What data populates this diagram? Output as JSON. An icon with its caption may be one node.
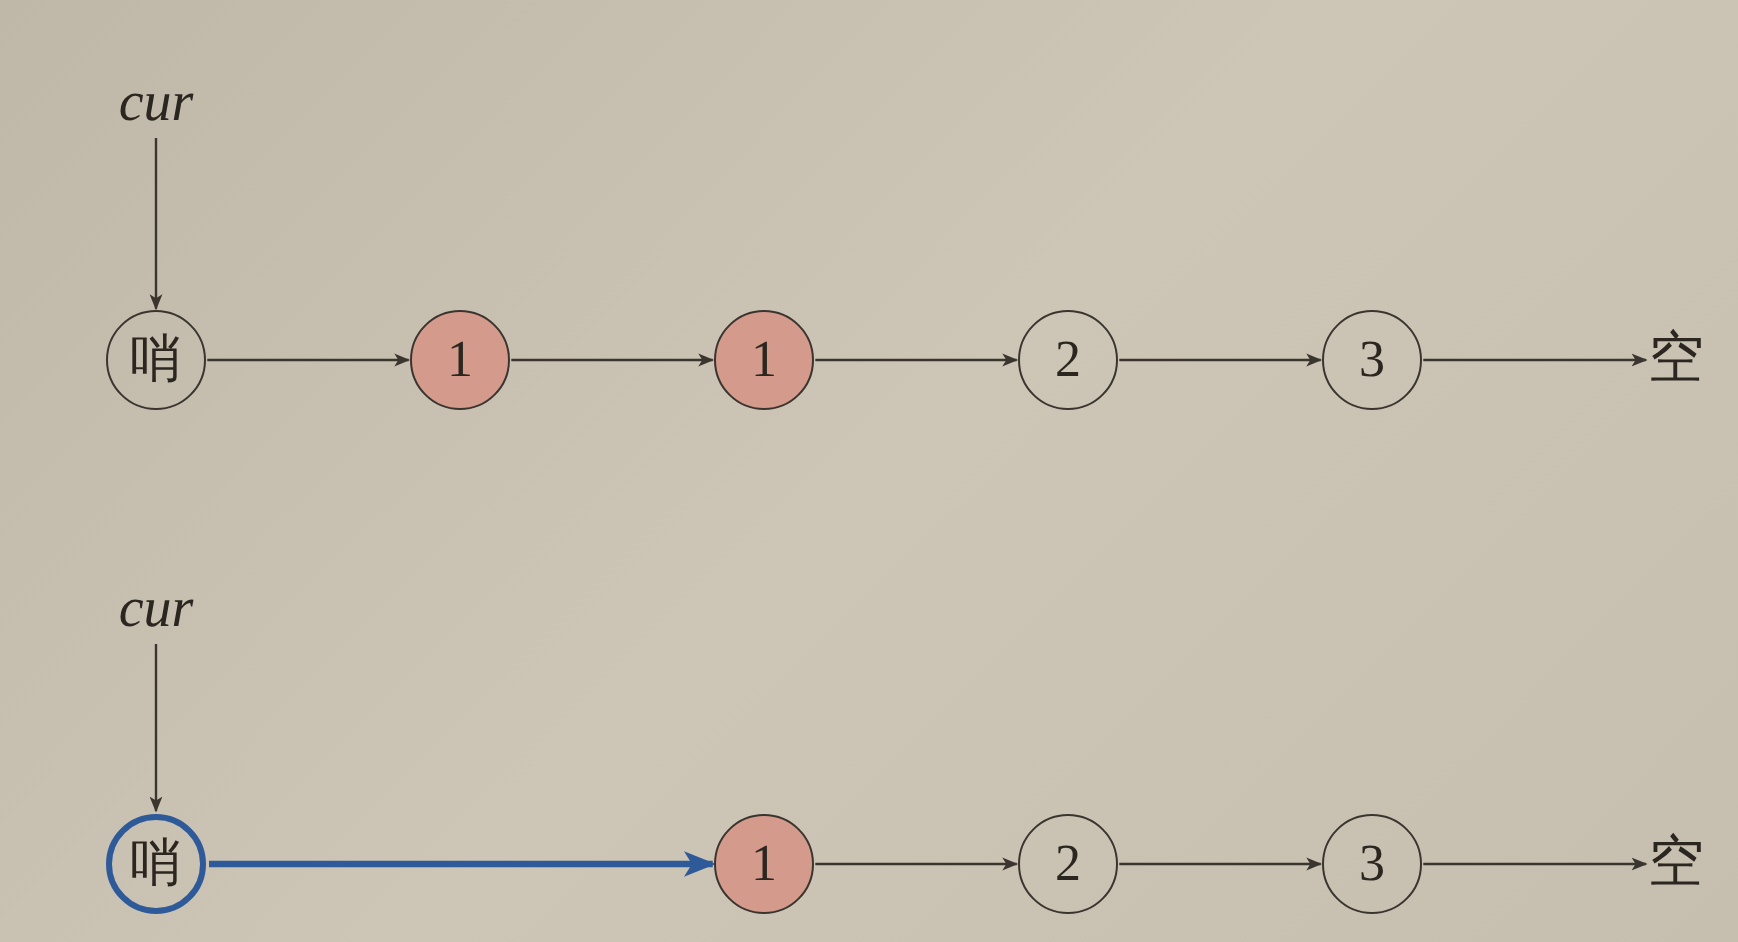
{
  "diagram": {
    "nodes": [
      {
        "text": [
          "cur"
        ]
      },
      {
        "text": [
          "哨"
        ]
      },
      {
        "text": [
          "1"
        ]
      },
      {
        "text": [
          "1"
        ]
      },
      {
        "text": [
          "2"
        ]
      },
      {
        "text": [
          "3"
        ]
      },
      {
        "text": [
          "空"
        ]
      },
      {
        "text": [
          "cur"
        ]
      },
      {
        "text": [
          "哨"
        ]
      },
      {
        "text": [
          "1"
        ]
      },
      {
        "text": [
          "2"
        ]
      },
      {
        "text": [
          "3"
        ]
      },
      {
        "text": [
          "空"
        ]
      }
    ],
    "edges": [
      {
        "from": 0,
        "to": 1,
        "arrow": "to"
      },
      {
        "from": 1,
        "to": 2,
        "arrow": "to"
      },
      {
        "from": 2,
        "to": 3,
        "arrow": "to"
      },
      {
        "from": 3,
        "to": 4,
        "arrow": "to"
      },
      {
        "from": 4,
        "to": 5,
        "arrow": "to"
      },
      {
        "from": 5,
        "to": 6,
        "arrow": "to"
      },
      {
        "from": 7,
        "to": 8,
        "arrow": "to"
      },
      {
        "from": 8,
        "to": 9,
        "arrow": "to",
        "style": "thick",
        "color": "#2f5a9a"
      },
      {
        "from": 9,
        "to": 10,
        "arrow": "to"
      },
      {
        "from": 10,
        "to": 11,
        "arrow": "to"
      },
      {
        "from": 11,
        "to": 12,
        "arrow": "to"
      }
    ]
  }
}
